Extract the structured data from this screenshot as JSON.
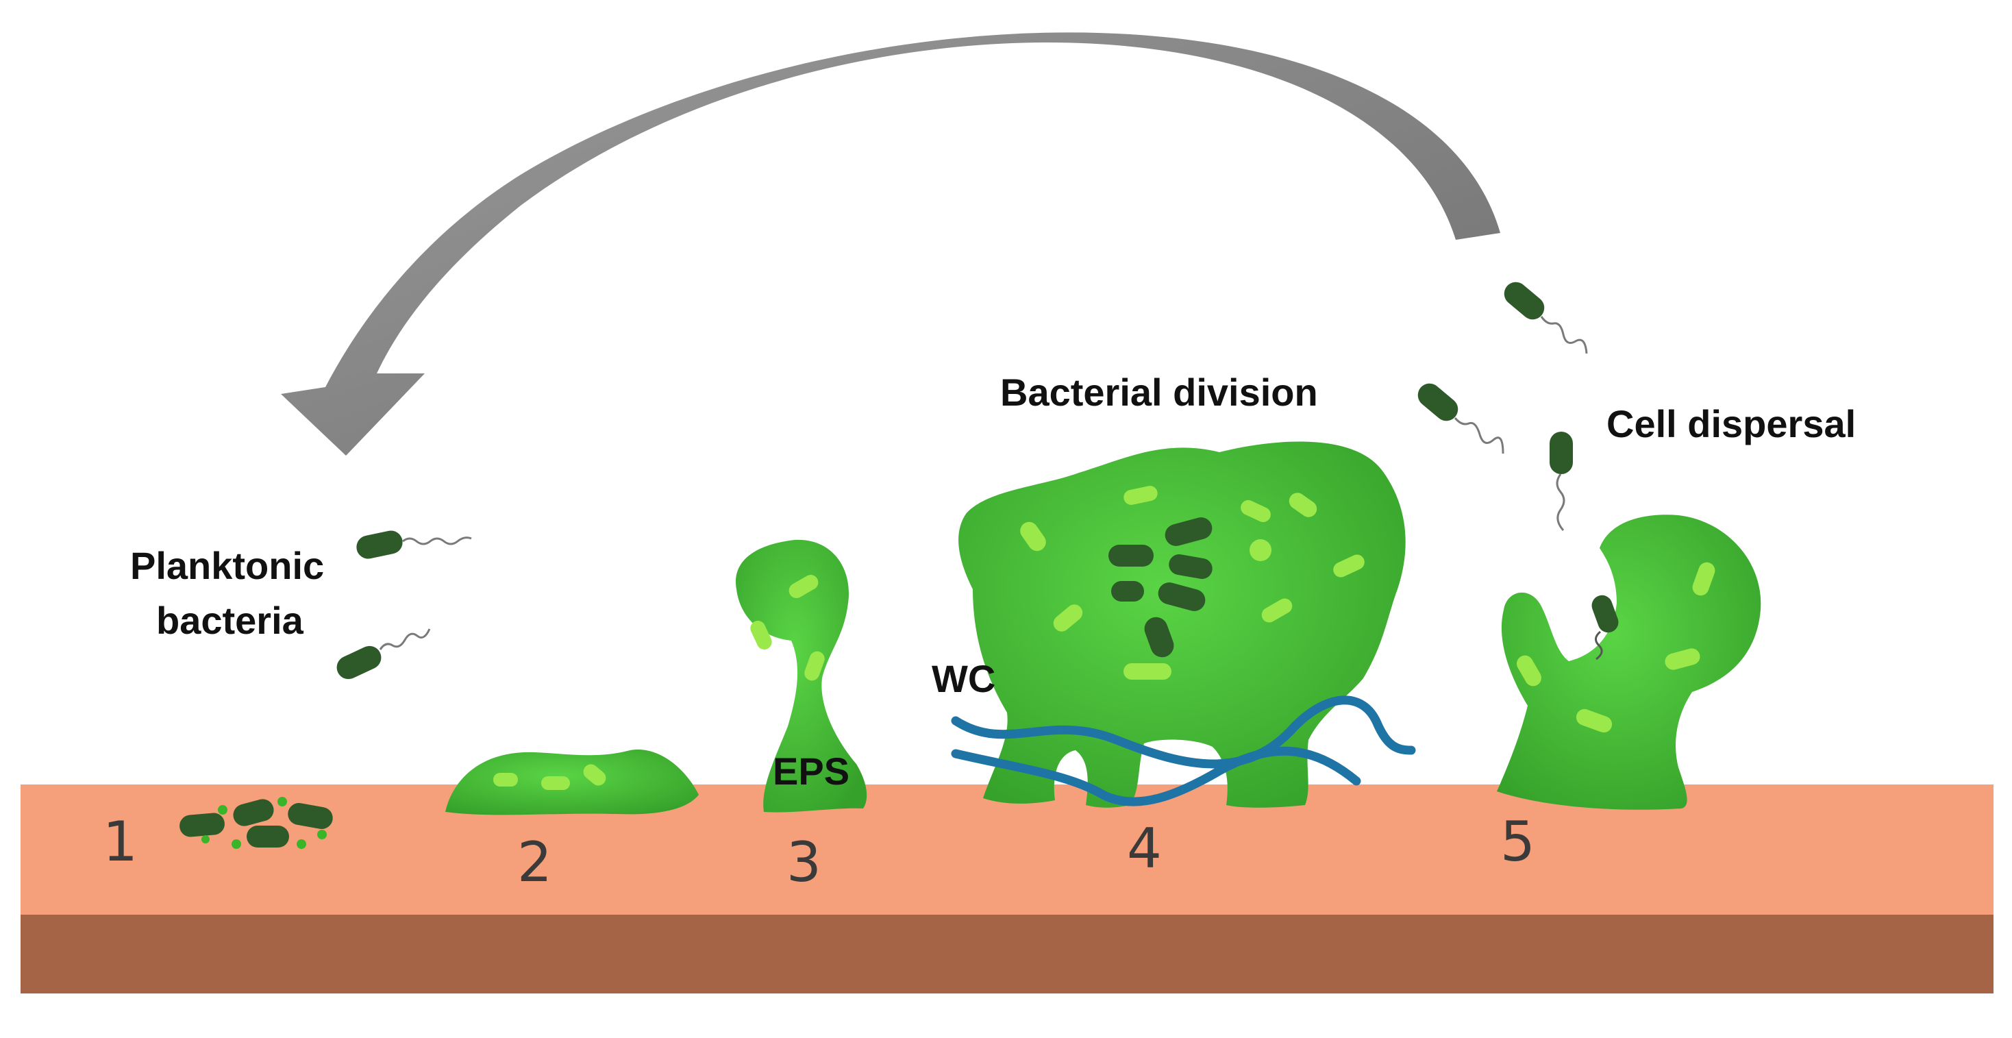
{
  "labels": {
    "planktonic_line1": "Planktonic",
    "planktonic_line2": "bacteria",
    "division": "Bacterial division",
    "dispersal": "Cell dispersal",
    "wc": "WC",
    "eps": "EPS"
  },
  "stages": [
    "1",
    "2",
    "3",
    "4",
    "5"
  ],
  "colors": {
    "surface_top": "#F5A07A",
    "surface_front": "#A66446",
    "biofilm": "#4CC33A",
    "biofilm_dark": "#35A02A",
    "rod_light": "#9BE84A",
    "bacterium": "#2E5A2A",
    "arrow": "#858585",
    "wc_fiber": "#1F74A6"
  },
  "icons": {
    "cycle_arrow": "curved-arrow-icon",
    "bacterium": "rod-bacterium-icon"
  }
}
